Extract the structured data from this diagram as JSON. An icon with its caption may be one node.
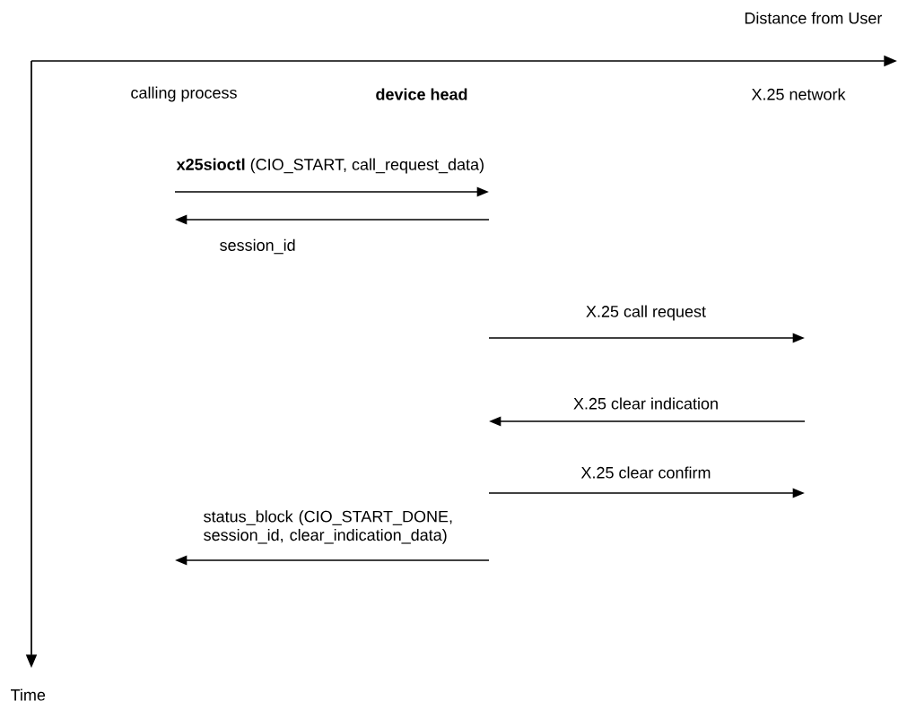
{
  "diagram": {
    "labels": [
      "Distance from User",
      "calling process",
      "device head",
      "X.25 network",
      "**x25sioctl** (CIO_START, call_request_data)",
      "session_id",
      "X.25 call request",
      "X.25 clear indication",
      "X.25 clear confirm",
      "status_block (CIO_START_DONE, session_id, clear_indication_data)",
      "Time"
    ]
  }
}
